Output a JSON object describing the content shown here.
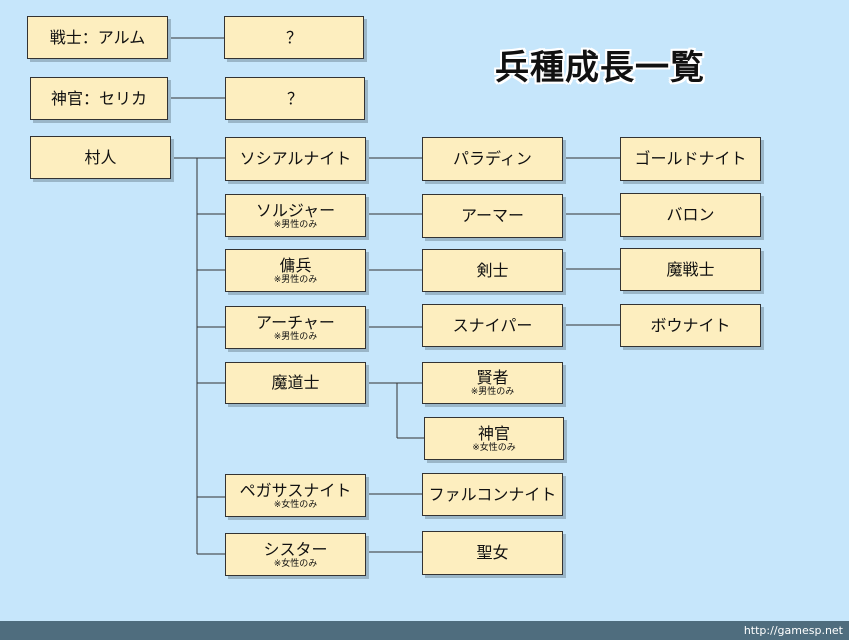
{
  "title": "兵種成長一覧",
  "footer_url": "http://gamesp.net",
  "nodes": {
    "alm": {
      "label": "戦士：アルム",
      "note": ""
    },
    "alm_next": {
      "label": "？",
      "note": ""
    },
    "celica": {
      "label": "神官：セリカ",
      "note": ""
    },
    "celica_next": {
      "label": "？",
      "note": ""
    },
    "villager": {
      "label": "村人",
      "note": ""
    },
    "cavalier": {
      "label": "ソシアルナイト",
      "note": ""
    },
    "paladin": {
      "label": "パラディン",
      "note": ""
    },
    "gold_knight": {
      "label": "ゴールドナイト",
      "note": ""
    },
    "soldier": {
      "label": "ソルジャー",
      "note": "※男性のみ"
    },
    "armor": {
      "label": "アーマー",
      "note": ""
    },
    "baron": {
      "label": "バロン",
      "note": ""
    },
    "mercenary": {
      "label": "傭兵",
      "note": "※男性のみ"
    },
    "myrmidon": {
      "label": "剣士",
      "note": ""
    },
    "dread_fighter": {
      "label": "魔戦士",
      "note": ""
    },
    "archer": {
      "label": "アーチャー",
      "note": "※男性のみ"
    },
    "sniper": {
      "label": "スナイパー",
      "note": ""
    },
    "bow_knight": {
      "label": "ボウナイト",
      "note": ""
    },
    "mage": {
      "label": "魔道士",
      "note": ""
    },
    "sage": {
      "label": "賢者",
      "note": "※男性のみ"
    },
    "priestess": {
      "label": "神官",
      "note": "※女性のみ"
    },
    "pegasus_knight": {
      "label": "ペガサスナイト",
      "note": "※女性のみ"
    },
    "falcon_knight": {
      "label": "ファルコンナイト",
      "note": ""
    },
    "cleric": {
      "label": "シスター",
      "note": "※女性のみ"
    },
    "saint": {
      "label": "聖女",
      "note": ""
    }
  }
}
